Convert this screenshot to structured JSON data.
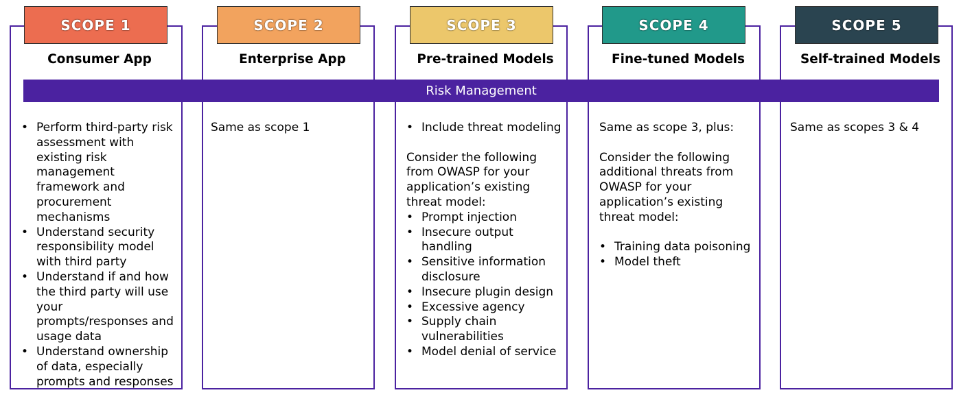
{
  "colors": {
    "border": "#4b22a0",
    "risk_bar": "#4b22a0",
    "scope1": "#ec6d50",
    "scope2": "#f2a35e",
    "scope3": "#ecc76b",
    "scope4": "#21998a",
    "scope5": "#2a4450"
  },
  "risk_bar": {
    "label": "Risk Management"
  },
  "scopes": [
    {
      "header": "SCOPE 1",
      "title": "Consumer App",
      "bullets": [
        "Perform third-party risk assessment with existing risk management framework and procurement mechanisms",
        "Understand security responsibility model with third party",
        "Understand if and how the third party will use your prompts/responses and usage data",
        "Understand ownership of data, especially prompts and responses"
      ]
    },
    {
      "header": "SCOPE 2",
      "title": "Enterprise App",
      "text": "Same as scope 1"
    },
    {
      "header": "SCOPE 3",
      "title": "Pre-trained Models",
      "bullets_top": [
        "Include threat modeling"
      ],
      "paragraph": "Consider the following from OWASP for your application’s existing threat model:",
      "bullets": [
        "Prompt injection",
        "Insecure output handling",
        "Sensitive information disclosure",
        "Insecure plugin design",
        "Excessive agency",
        "Supply chain vulnerabilities",
        "Model denial of service"
      ]
    },
    {
      "header": "SCOPE 4",
      "title": "Fine-tuned Models",
      "intro": "Same as scope 3, plus:",
      "paragraph": "Consider the following additional threats from OWASP for your application’s existing threat model:",
      "bullets": [
        "Training data poisoning",
        "Model theft"
      ]
    },
    {
      "header": "SCOPE 5",
      "title": "Self-trained Models",
      "text": "Same as scopes 3 & 4"
    }
  ]
}
